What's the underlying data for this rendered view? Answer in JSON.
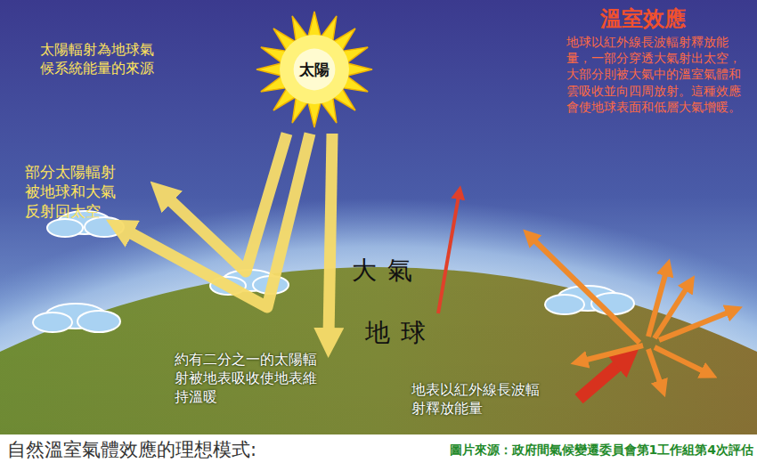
{
  "diagram": {
    "title": "自然溫室氣體效應的理想模式:",
    "caption": "圖片來源：政府間氣候變遷委員會第1工作組第4次評估",
    "nodes": [
      {
        "text": [
          "太陽"
        ]
      }
    ],
    "labels": [
      "太陽輻射為地球氣候系統能量的來源",
      "部分太陽輻射被地球和大氣反射回太空",
      "溫室效應",
      "地球以紅外線長波輻射釋放能量，一部分穿透大氣射出太空，大部分則被大氣中的溫室氣體和雲吸收並向四周放射。這種效應會使地球表面和低層大氣增暖。",
      "大氣",
      "地球",
      "約有二分之一的太陽輻射被地表吸收使地表維持溫暖",
      "地表以紅外線長波輻射釋放能量"
    ]
  }
}
